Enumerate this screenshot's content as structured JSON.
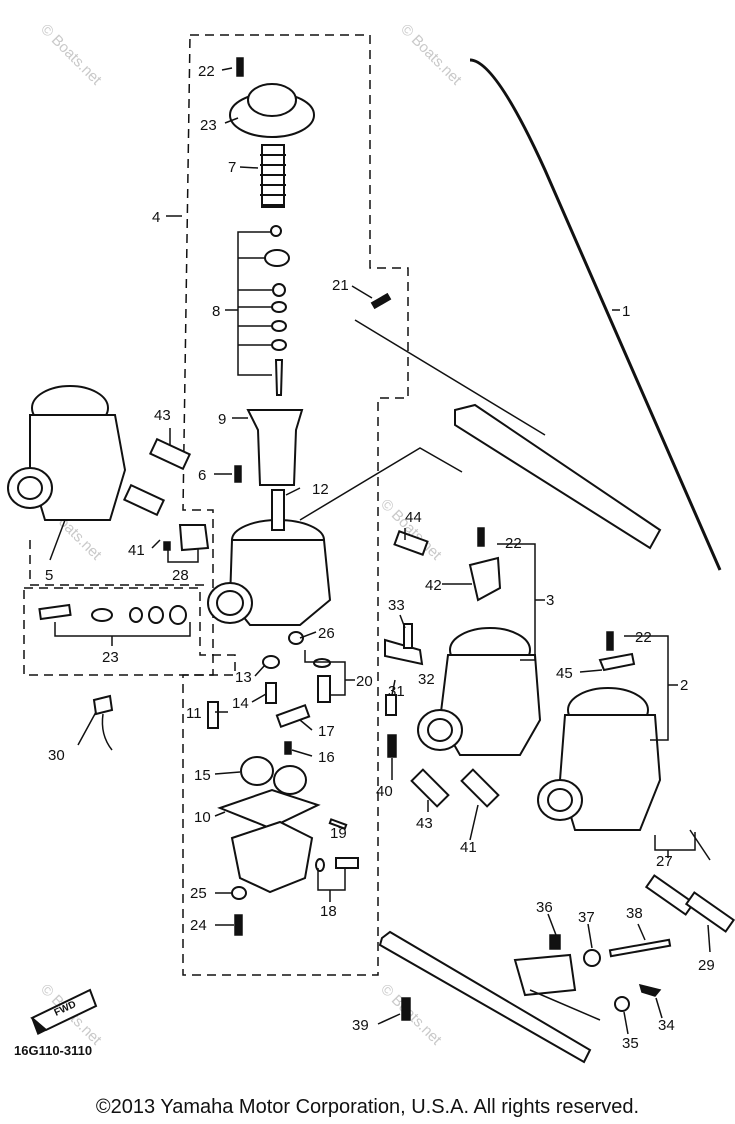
{
  "watermark": "© Boats.net",
  "diagram_code": "16G110-3110",
  "fwd_label": "FWD",
  "copyright": "©2013 Yamaha Motor Corporation, U.S.A. All rights reserved.",
  "callouts": {
    "c22a": "22",
    "c23a": "23",
    "c7": "7",
    "c4": "4",
    "c8": "8",
    "c21": "21",
    "c1": "1",
    "c9": "9",
    "c43a": "43",
    "c6": "6",
    "c12": "12",
    "c44": "44",
    "c22b": "22",
    "c3": "3",
    "c42": "42",
    "c41a": "41",
    "c5": "5",
    "c28": "28",
    "c23b": "23",
    "c33": "33",
    "c26": "26",
    "c22c": "22",
    "c45": "45",
    "c2": "2",
    "c13": "13",
    "c20": "20",
    "c31": "31",
    "c32": "32",
    "c11": "11",
    "c14": "14",
    "c17": "17",
    "c30": "30",
    "c16": "16",
    "c15": "15",
    "c40": "40",
    "c10": "10",
    "c19": "19",
    "c43b": "43",
    "c41b": "41",
    "c27": "27",
    "c25": "25",
    "c18": "18",
    "c24": "24",
    "c36": "36",
    "c37": "37",
    "c38": "38",
    "c29": "29",
    "c39": "39",
    "c34": "34",
    "c35": "35"
  }
}
